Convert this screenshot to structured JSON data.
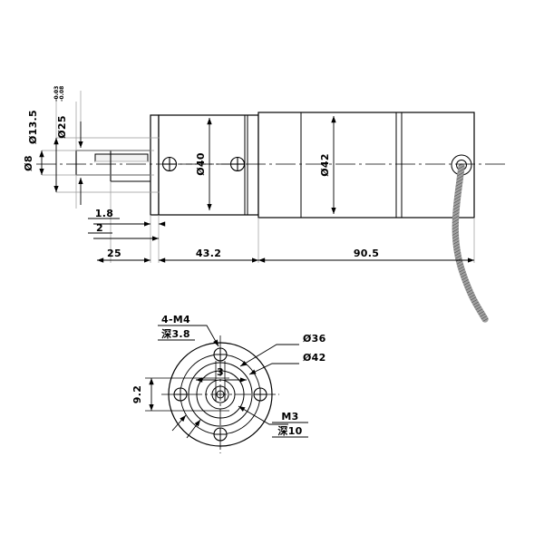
{
  "drawing": {
    "title": "Gear motor outline dimension drawing",
    "line_color": "#000000",
    "background": "#ffffff",
    "wire_color": "#555555"
  },
  "side_view": {
    "name": "side-elevation",
    "shaft": {
      "diameter_label": "Ø8",
      "flange_pilot_label": "Ø13.5",
      "register_label": "Ø25",
      "register_tolerance_upper": "-0.03",
      "register_tolerance_lower": "-0.08"
    },
    "gearbox": {
      "body_diameter_label": "Ø40",
      "length_label": "43.2"
    },
    "motor": {
      "body_diameter_label": "Ø42",
      "length_label": "90.5"
    },
    "linear_dims": [
      {
        "label": "1.8"
      },
      {
        "label": "2"
      },
      {
        "label": "25"
      },
      {
        "label": "43.2"
      },
      {
        "label": "90.5"
      }
    ]
  },
  "front_view": {
    "name": "front-face-view",
    "callouts": [
      {
        "id": "mount-holes",
        "line1": "4-M4",
        "line2": "深3.8"
      },
      {
        "id": "bolt-circle",
        "text": "Ø36"
      },
      {
        "id": "outer-diameter",
        "text": "Ø42"
      },
      {
        "id": "center-thread",
        "line1": "M3",
        "line2": "深10"
      }
    ],
    "dims": [
      {
        "id": "hole-offset",
        "label": "9.2"
      },
      {
        "id": "shaft-flat",
        "label": "3"
      }
    ]
  }
}
